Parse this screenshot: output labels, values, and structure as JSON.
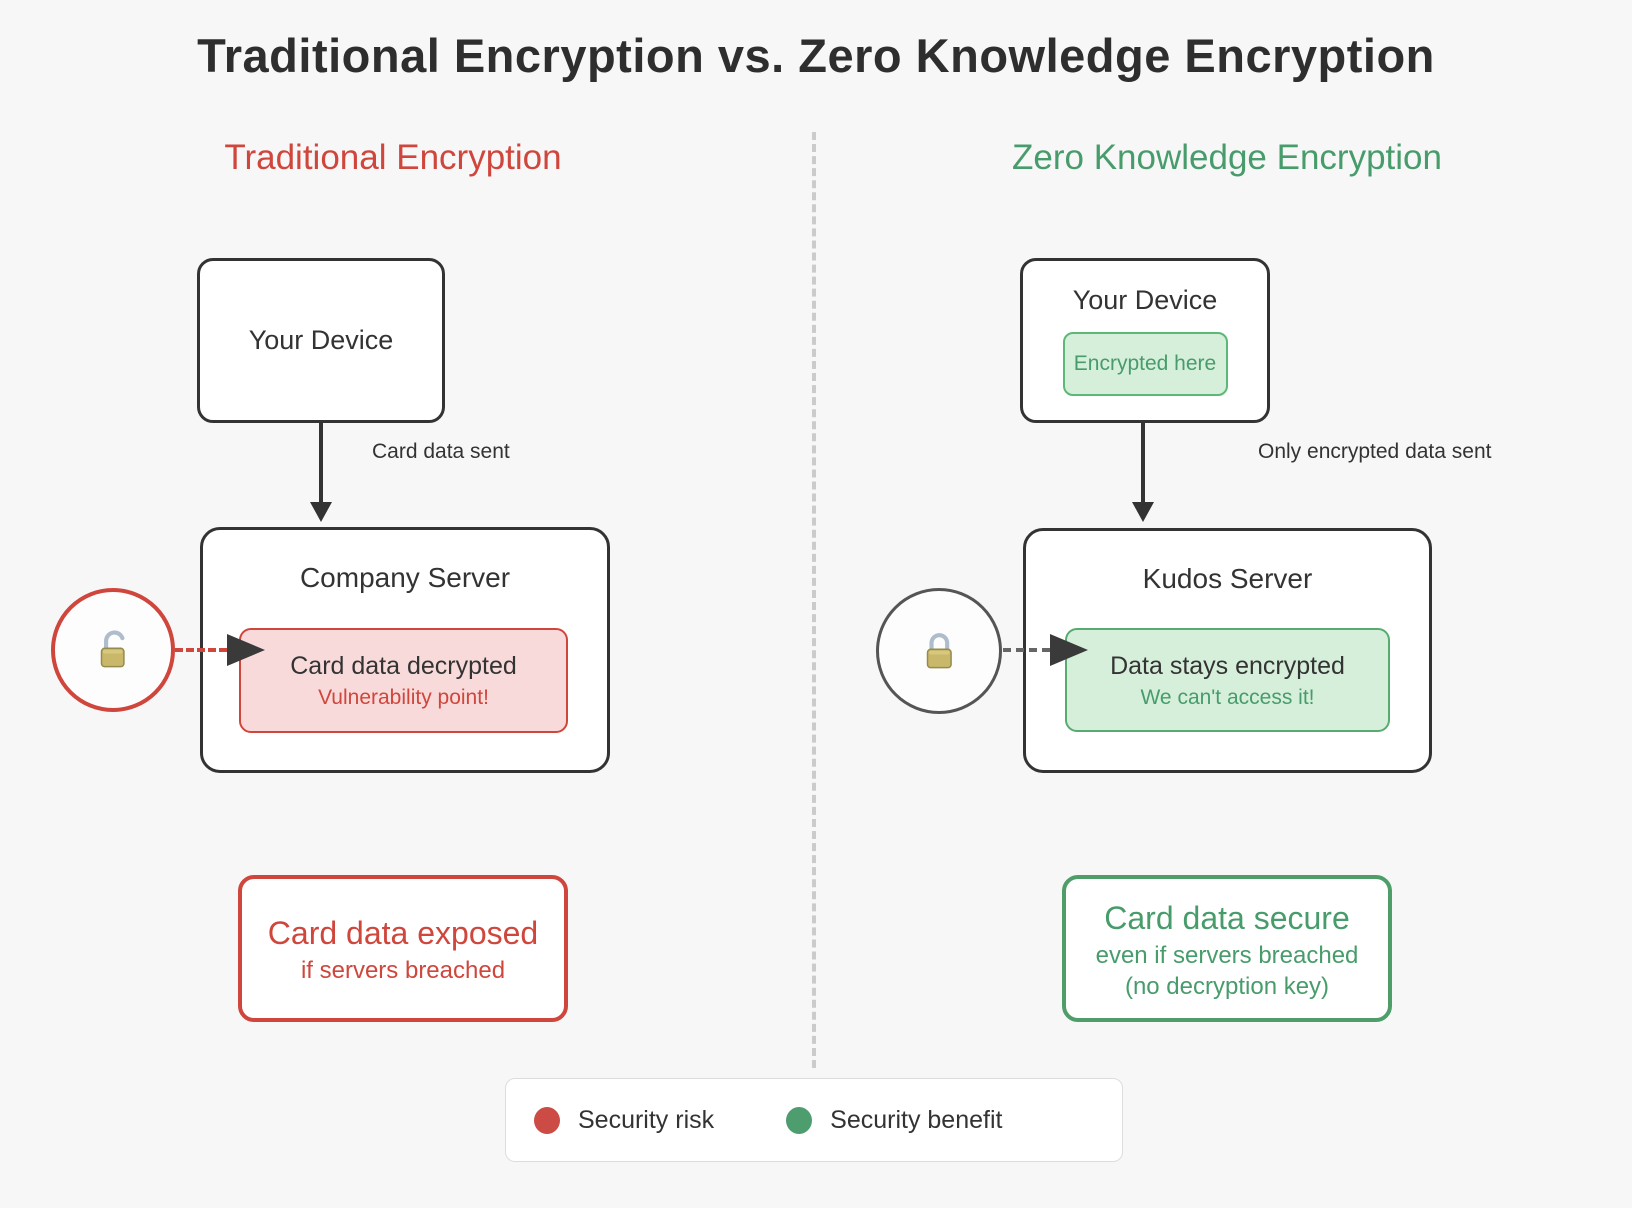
{
  "title": "Traditional Encryption vs. Zero Knowledge Encryption",
  "columns": {
    "left": {
      "header": "Traditional Encryption",
      "device_box": {
        "label": "Your Device"
      },
      "flow_label": "Card data sent",
      "server_box": {
        "title": "Company Server",
        "inner_line1": "Card data decrypted",
        "inner_line2": "Vulnerability point!"
      },
      "lock_icon": "open-padlock-icon",
      "result_box": {
        "line1": "Card data exposed",
        "line2": "if servers breached"
      }
    },
    "right": {
      "header": "Zero Knowledge Encryption",
      "device_box": {
        "label": "Your Device",
        "inner_label": "Encrypted here"
      },
      "flow_label": "Only encrypted data sent",
      "server_box": {
        "title": "Kudos Server",
        "inner_line1": "Data stays encrypted",
        "inner_line2": "We can't access it!"
      },
      "lock_icon": "closed-padlock-icon",
      "result_box": {
        "line1": "Card data secure",
        "line2": "even if servers breached",
        "line3": "(no decryption key)"
      }
    }
  },
  "legend": {
    "items": [
      {
        "label": "Security risk",
        "color": "#cc4b44"
      },
      {
        "label": "Security benefit",
        "color": "#4e9d6e"
      }
    ]
  },
  "colors": {
    "background": "#f7f7f8",
    "risk_red": "#cf463c",
    "risk_fill": "#f9dada",
    "benefit_green": "#489c6b",
    "benefit_fill": "#d6efda",
    "node_border": "#333333",
    "divider_gray": "#cbcbcb"
  }
}
